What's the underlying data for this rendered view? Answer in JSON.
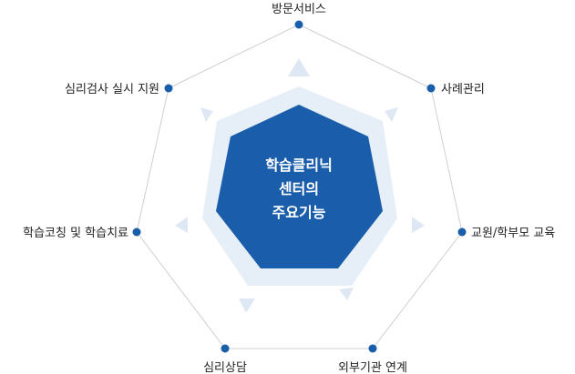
{
  "center": {
    "line1": "학습클리닉",
    "line2": "센터의",
    "line3": "주요기능"
  },
  "nodes": [
    {
      "label": "방문서비스"
    },
    {
      "label": "사례관리"
    },
    {
      "label": "교원/학부모 교육"
    },
    {
      "label": "외부기관 연계"
    },
    {
      "label": "심리상담"
    },
    {
      "label": "학습코칭 및 학습치료"
    },
    {
      "label": "심리검사 실시 지원"
    }
  ],
  "colors": {
    "outline": "#cfcfcf",
    "dot": "#1a5dab",
    "halo": "#e6eef7",
    "core": "#1a5dab",
    "arrow": "#dde8f4",
    "label": "#222222"
  }
}
